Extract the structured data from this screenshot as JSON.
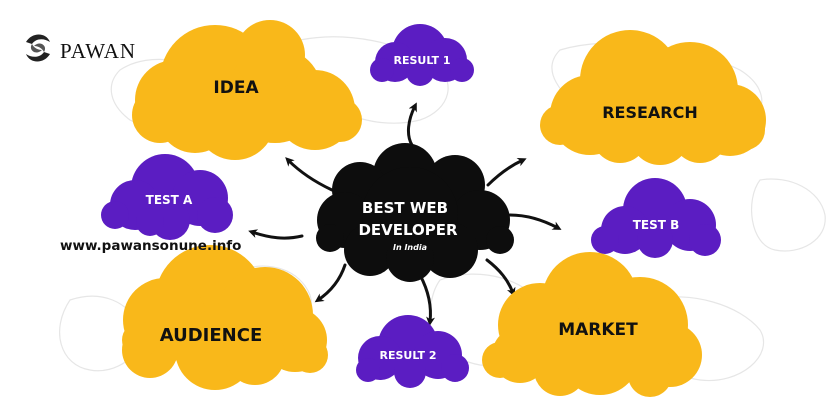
{
  "brand": {
    "name": "PAWAN",
    "logo_icon": "swirl-logo-icon",
    "website": "www.pawansonune.info"
  },
  "center": {
    "title_line1": "BEST WEB",
    "title_line2": "DEVELOPER",
    "subtitle": "In India"
  },
  "nodes": {
    "idea": "IDEA",
    "result1": "RESULT 1",
    "research": "RESEARCH",
    "test_a": "TEST A",
    "test_b": "TEST B",
    "audience": "AUDIENCE",
    "result2": "RESULT 2",
    "market": "MARKET"
  },
  "colors": {
    "yellow_cloud": "#F9B81A",
    "purple_cloud": "#5B1DC2",
    "black_cloud": "#0d0d0d",
    "arrow": "#111111",
    "background_map": "#e9e9e9"
  }
}
